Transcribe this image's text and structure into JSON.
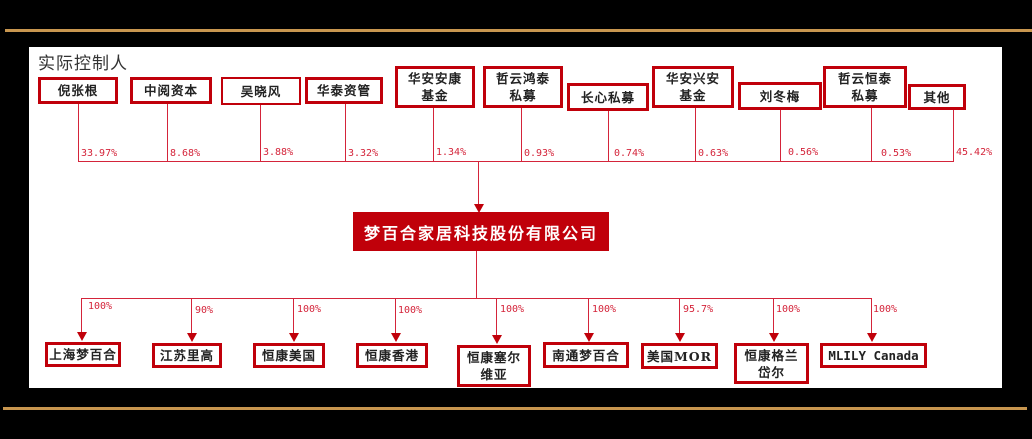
{
  "title": "实际控制人",
  "colors": {
    "accent_red": "#c0000a",
    "line_red": "#d4243a",
    "gold": "#c8964f",
    "background": "#000000"
  },
  "company": {
    "name": "梦百合家居科技股份有限公司"
  },
  "shareholders": [
    {
      "name": "倪张根",
      "pct": "33.97%"
    },
    {
      "name": "中阅资本",
      "pct": "8.68%"
    },
    {
      "name": "吴晓风",
      "pct": "3.88%"
    },
    {
      "name": "华泰资管",
      "pct": "3.32%"
    },
    {
      "name": "华安安康\n基金",
      "pct": "1.34%"
    },
    {
      "name": "哲云鸿泰\n私募",
      "pct": "0.93%"
    },
    {
      "name": "长心私募",
      "pct": "0.74%"
    },
    {
      "name": "华安兴安\n基金",
      "pct": "0.63%"
    },
    {
      "name": "刘冬梅",
      "pct": "0.56%"
    },
    {
      "name": "哲云恒泰\n私募",
      "pct": "0.53%"
    },
    {
      "name": "其他",
      "pct": "45.42%"
    }
  ],
  "subsidiaries": [
    {
      "name": "上海梦百合",
      "pct": "100%"
    },
    {
      "name": "江苏里高",
      "pct": "90%"
    },
    {
      "name": "恒康美国",
      "pct": "100%"
    },
    {
      "name": "恒康香港",
      "pct": "100%"
    },
    {
      "name": "恒康塞尔\n维亚",
      "pct": "100%"
    },
    {
      "name": "南通梦百合",
      "pct": "100%"
    },
    {
      "name": "美国MOR",
      "pct": "95.7%"
    },
    {
      "name": "恒康格兰\n岱尔",
      "pct": "100%"
    },
    {
      "name": "MLILY Canada",
      "pct": "100%"
    }
  ]
}
